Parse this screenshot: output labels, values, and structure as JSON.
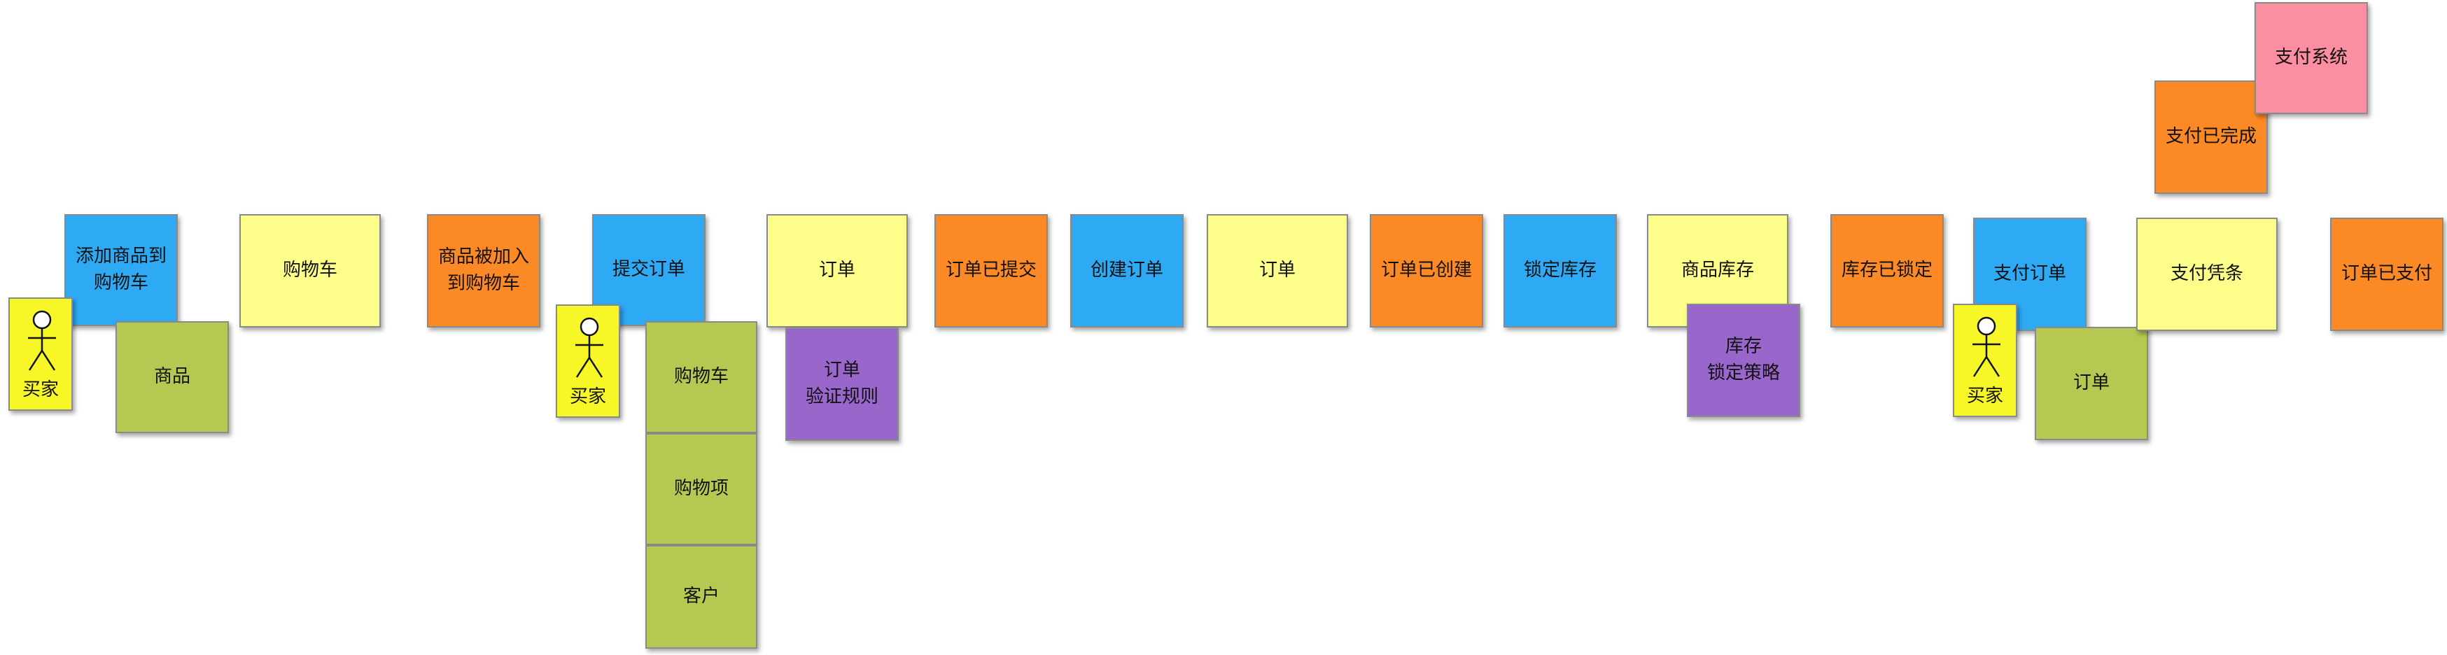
{
  "notes": {
    "add_product": "添加商品到\n购物车",
    "product": "商品",
    "cart_1": "购物车",
    "product_added": "商品被加入\n到购物车",
    "submit_order": "提交订单",
    "cart_2": "购物车",
    "cart_item": "购物项",
    "customer": "客户",
    "order_1": "订单",
    "order_validation": "订单\n验证规则",
    "order_submitted": "订单已提交",
    "create_order": "创建订单",
    "order_2": "订单",
    "order_created": "订单已创建",
    "lock_inventory": "锁定库存",
    "product_inventory": "商品库存",
    "inventory_lock_policy": "库存\n锁定策略",
    "inventory_locked": "库存已锁定",
    "pay_order": "支付订单",
    "order_3": "订单",
    "payment_voucher": "支付凭条",
    "payment_completed": "支付已完成",
    "payment_system": "支付系统",
    "order_paid": "订单已支付"
  },
  "actors": {
    "buyer_1": "买家",
    "buyer_2": "买家",
    "buyer_3": "买家"
  }
}
